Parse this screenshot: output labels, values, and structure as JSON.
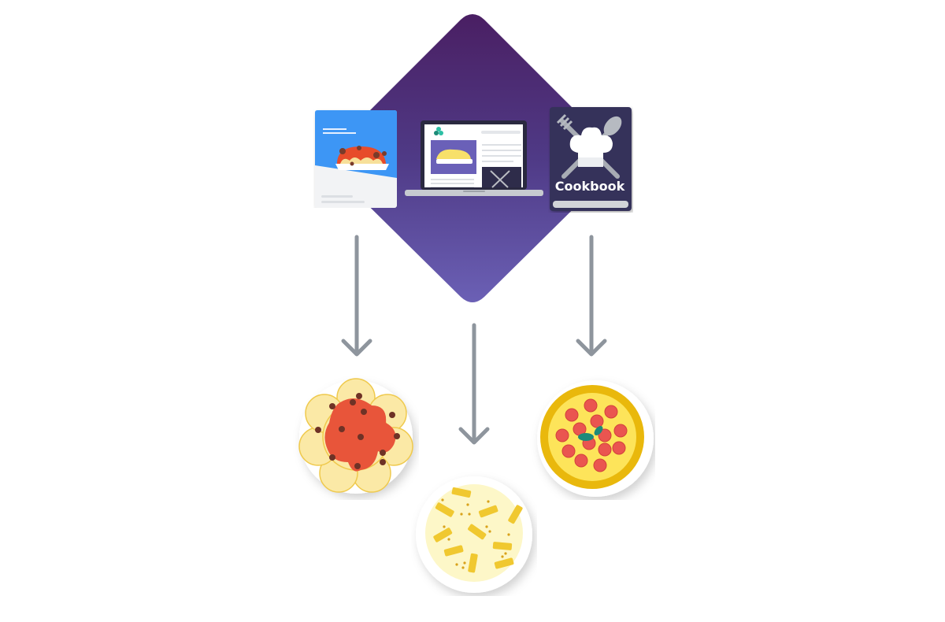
{
  "diagram": {
    "hub": {
      "shape": "rounded-diamond",
      "gradient_top": "#4a2166",
      "gradient_bottom": "#6b5fb5"
    },
    "sources": [
      {
        "name": "recipe-card",
        "icon": "spaghetti-recipe-card-icon",
        "accent": "#3d96f5"
      },
      {
        "name": "laptop-recipe-site",
        "icon": "laptop-recipe-icon"
      },
      {
        "name": "cookbook",
        "icon": "cookbook-icon",
        "label": "Cookbook",
        "cover": "#34305a"
      }
    ],
    "arrows": {
      "color": "#8e959d",
      "count": 3
    },
    "results": [
      {
        "name": "spaghetti-meatballs",
        "icon": "spaghetti-plate-icon"
      },
      {
        "name": "penne-pasta",
        "icon": "penne-plate-icon"
      },
      {
        "name": "pepperoni-pizza",
        "icon": "pizza-icon"
      }
    ]
  }
}
